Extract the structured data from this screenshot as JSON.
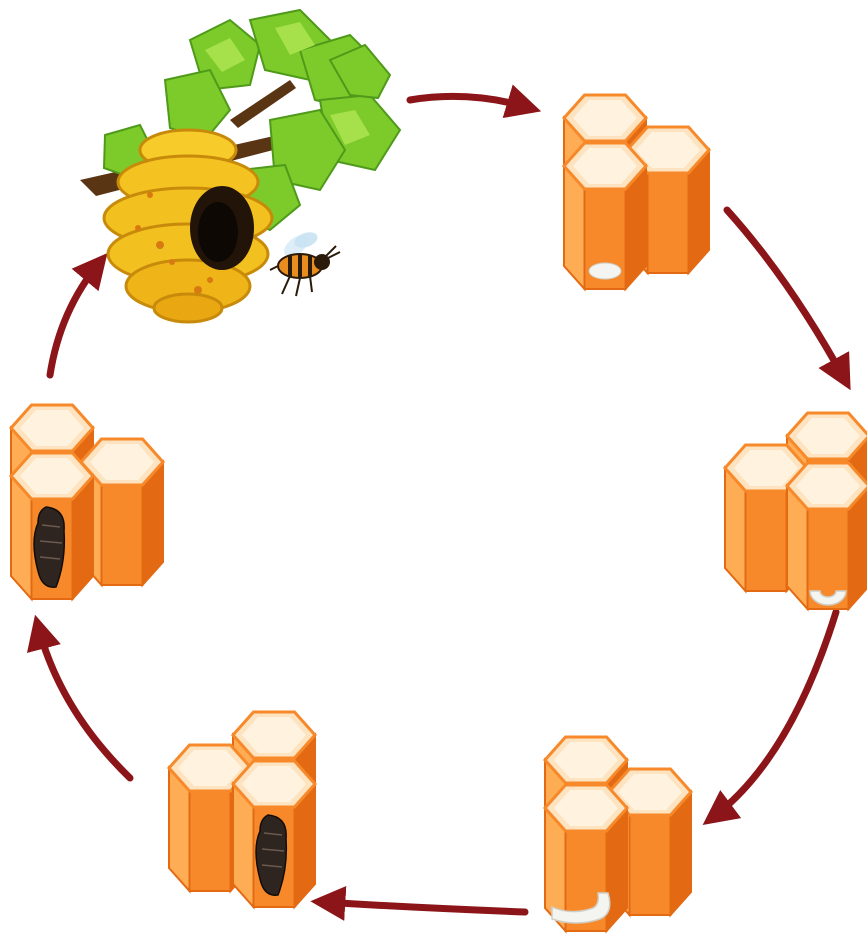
{
  "diagram": {
    "kind": "cycle",
    "stages": [
      {
        "id": "hive",
        "icon": "beehive-with-bee-icon"
      },
      {
        "id": "egg",
        "icon": "honeycomb-egg-icon"
      },
      {
        "id": "young-larva",
        "icon": "honeycomb-curled-larva-icon"
      },
      {
        "id": "larva",
        "icon": "honeycomb-larva-icon"
      },
      {
        "id": "pupa",
        "icon": "honeycomb-pupa-icon"
      },
      {
        "id": "late-pupa",
        "icon": "honeycomb-dark-pupa-icon"
      }
    ],
    "arrow_count": 6
  },
  "colors": {
    "arrow": "#8b1518",
    "honeycomb_top": "#fde3c0",
    "honeycomb_light": "#ffad55",
    "honeycomb_mid": "#f7892a",
    "honeycomb_dark": "#e36a12",
    "hive": "#f2c01f",
    "leaves": "#7ccb2a",
    "pupa": "#2f2520",
    "larva": "#f4f4f1"
  }
}
